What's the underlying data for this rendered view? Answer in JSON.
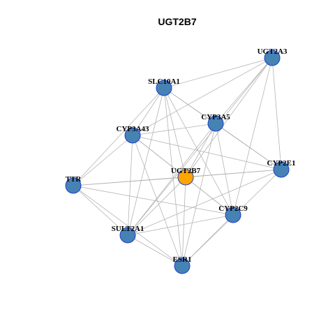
{
  "title": "UGT2B7",
  "colors": {
    "node_default": "#4682b4",
    "node_focus": "#ffa500",
    "node_border": "#1f3fcc",
    "edge": "#b4b4b4"
  },
  "nodes": [
    {
      "id": "UGT2A3",
      "label": "UGT2A3",
      "focus": false
    },
    {
      "id": "SLC10A1",
      "label": "SLC10A1",
      "focus": false
    },
    {
      "id": "CYP3A5",
      "label": "CYP3A5",
      "focus": false
    },
    {
      "id": "CYP3A43",
      "label": "CYP3A43",
      "focus": false
    },
    {
      "id": "UGT2B7",
      "label": "UGT2B7",
      "focus": true
    },
    {
      "id": "CYP2E1",
      "label": "CYP2E1",
      "focus": false
    },
    {
      "id": "TTR",
      "label": "TTR",
      "focus": false
    },
    {
      "id": "CYP2C9",
      "label": "CYP2C9",
      "focus": false
    },
    {
      "id": "SULT2A1",
      "label": "SULT2A1",
      "focus": false
    },
    {
      "id": "ESR1",
      "label": "ESR1",
      "focus": false
    }
  ],
  "edges": [
    [
      "UGT2A3",
      "SLC10A1"
    ],
    [
      "UGT2A3",
      "CYP3A43"
    ],
    [
      "UGT2A3",
      "CYP3A5"
    ],
    [
      "UGT2A3",
      "UGT2B7"
    ],
    [
      "UGT2A3",
      "CYP2E1"
    ],
    [
      "UGT2A3",
      "CYP2C9"
    ],
    [
      "UGT2A3",
      "SULT2A1"
    ],
    [
      "SLC10A1",
      "CYP3A43"
    ],
    [
      "SLC10A1",
      "CYP3A5"
    ],
    [
      "SLC10A1",
      "UGT2B7"
    ],
    [
      "SLC10A1",
      "CYP2E1"
    ],
    [
      "SLC10A1",
      "TTR"
    ],
    [
      "SLC10A1",
      "CYP2C9"
    ],
    [
      "SLC10A1",
      "SULT2A1"
    ],
    [
      "SLC10A1",
      "ESR1"
    ],
    [
      "CYP3A5",
      "CYP3A43"
    ],
    [
      "CYP3A5",
      "UGT2B7"
    ],
    [
      "CYP3A5",
      "CYP2E1"
    ],
    [
      "CYP3A5",
      "CYP2C9"
    ],
    [
      "CYP3A5",
      "SULT2A1"
    ],
    [
      "CYP3A5",
      "ESR1"
    ],
    [
      "CYP3A43",
      "UGT2B7"
    ],
    [
      "CYP3A43",
      "CYP2E1"
    ],
    [
      "CYP3A43",
      "TTR"
    ],
    [
      "CYP3A43",
      "CYP2C9"
    ],
    [
      "CYP3A43",
      "SULT2A1"
    ],
    [
      "CYP3A43",
      "ESR1"
    ],
    [
      "UGT2B7",
      "CYP2E1"
    ],
    [
      "UGT2B7",
      "TTR"
    ],
    [
      "UGT2B7",
      "CYP2C9"
    ],
    [
      "UGT2B7",
      "SULT2A1"
    ],
    [
      "UGT2B7",
      "ESR1"
    ],
    [
      "CYP2E1",
      "TTR"
    ],
    [
      "CYP2E1",
      "SULT2A1"
    ],
    [
      "CYP2E1",
      "ESR1"
    ],
    [
      "TTR",
      "SULT2A1"
    ],
    [
      "TTR",
      "ESR1"
    ],
    [
      "TTR",
      "CYP2C9"
    ],
    [
      "CYP2C9",
      "SULT2A1"
    ],
    [
      "CYP2C9",
      "ESR1"
    ],
    [
      "SULT2A1",
      "ESR1"
    ]
  ]
}
